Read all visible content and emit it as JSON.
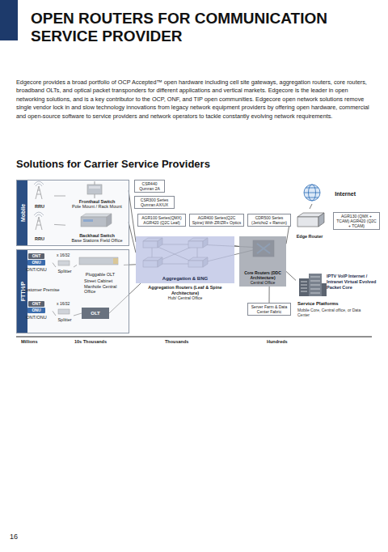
{
  "diagram": {
    "title": "OPEN ROUTERS FOR COMMUNICATION SERVICE PROVIDER",
    "nodes": [
      {
        "text": [
          "Mobile"
        ]
      },
      {
        "text": [
          "FTTH/P"
        ]
      },
      {
        "text": [
          "RRU"
        ],
        "in": 0
      },
      {
        "text": [
          "RRU"
        ],
        "in": 0
      },
      {
        "text": [
          "Fronthaul Switch",
          "Pole Mount / Rack Mount"
        ],
        "in": 0
      },
      {
        "text": [
          "Backhaul Switch",
          "Base Stations Field Office"
        ],
        "in": 0
      },
      {
        "text": [
          "CSR440 Qumran 2A"
        ]
      },
      {
        "text": [
          "CSR300 Series Qumran AX/UX"
        ]
      },
      {
        "text": [
          "ONT",
          "ONU",
          "ONT/ONU"
        ],
        "in": 1
      },
      {
        "text": [
          "Splitter"
        ],
        "in": 1
      },
      {
        "text": [
          "Pluggable OLT"
        ],
        "in": 1
      },
      {
        "text": [
          "ONT",
          "ONU",
          "ONT/ONU"
        ],
        "in": 1
      },
      {
        "text": [
          "Splitter"
        ],
        "in": 1
      },
      {
        "text": [
          "OLT"
        ],
        "in": 1
      },
      {
        "text": [
          "Aggregation & BNG",
          "Aggregation Routers (Leaf & Spine Architecture)",
          "Hub/ Central Office"
        ]
      },
      {
        "text": [
          "AGR100 Series(QMX) AGR420 (Q2C Leaf)"
        ]
      },
      {
        "text": [
          "AGR400 Series(Q2C Spine) With ZR/ZR+ Optics"
        ]
      },
      {
        "text": [
          "Core Routers (DDC Architecture)",
          "Central Office"
        ]
      },
      {
        "text": [
          "CDR500 Series (Jericho2 + Ramon)"
        ]
      },
      {
        "text": [
          "Server Farm & Data Center Fabric"
        ]
      },
      {
        "text": [
          "IPTV VoIP Internet / Intranet Virtual Evolved Packet Core",
          "Service Platforms",
          "Mobile Core, Central office, or Data Center"
        ]
      },
      {
        "text": [
          "Internet"
        ]
      },
      {
        "text": [
          "Edge Router"
        ]
      },
      {
        "text": [
          "AGR130 (QMX + TCAM) AGR420 (Q2C + TCAM)"
        ]
      }
    ],
    "edges": [
      {
        "from": 2,
        "to": 4,
        "arrow": "none"
      },
      {
        "from": 3,
        "to": 5,
        "arrow": "none"
      },
      {
        "from": 4,
        "to": 14,
        "arrow": "none"
      },
      {
        "from": 5,
        "to": 14,
        "arrow": "none"
      },
      {
        "from": 8,
        "to": 9,
        "arrow": "none"
      },
      {
        "from": 9,
        "to": 10,
        "arrow": "none"
      },
      {
        "from": 10,
        "to": 14,
        "arrow": "none"
      },
      {
        "from": 11,
        "to": 12,
        "arrow": "none"
      },
      {
        "from": 12,
        "to": 13,
        "arrow": "none"
      },
      {
        "from": 13,
        "to": 14,
        "arrow": "none"
      },
      {
        "from": 14,
        "to": 17,
        "arrow": "none"
      },
      {
        "from": 17,
        "to": 22,
        "arrow": "none"
      },
      {
        "from": 22,
        "to": 21,
        "arrow": "none"
      },
      {
        "from": 17,
        "to": 20,
        "arrow": "none"
      },
      {
        "from": 19,
        "to": 17,
        "arrow": "none"
      }
    ],
    "labels": [
      "Edgecore provides a broad portfolio of OCP Accepted™ open hardware including cell site gateways, aggregation routers, core routers, broadband OLTs, and optical packet transponders for different applications and vertical markets. Edgecore is the leader in open networking solutions, and is a key contributor to the OCP, ONF, and TIP open communities. Edgecore open network solutions remove single vendor lock in and slow technology innovations from legacy network equipment providers by offering open hardware, commercial and open-source software to service providers and network operators to tackle constantly evolving network requirements.",
      "Solutions for Carrier Service Providers",
      "x 16/32",
      "x 16/32",
      "Customer Premise",
      "Street Cabinet Manhole Central Office",
      "Millions",
      "10s Thousands",
      "Thousands",
      "Hundreds",
      "16"
    ]
  }
}
